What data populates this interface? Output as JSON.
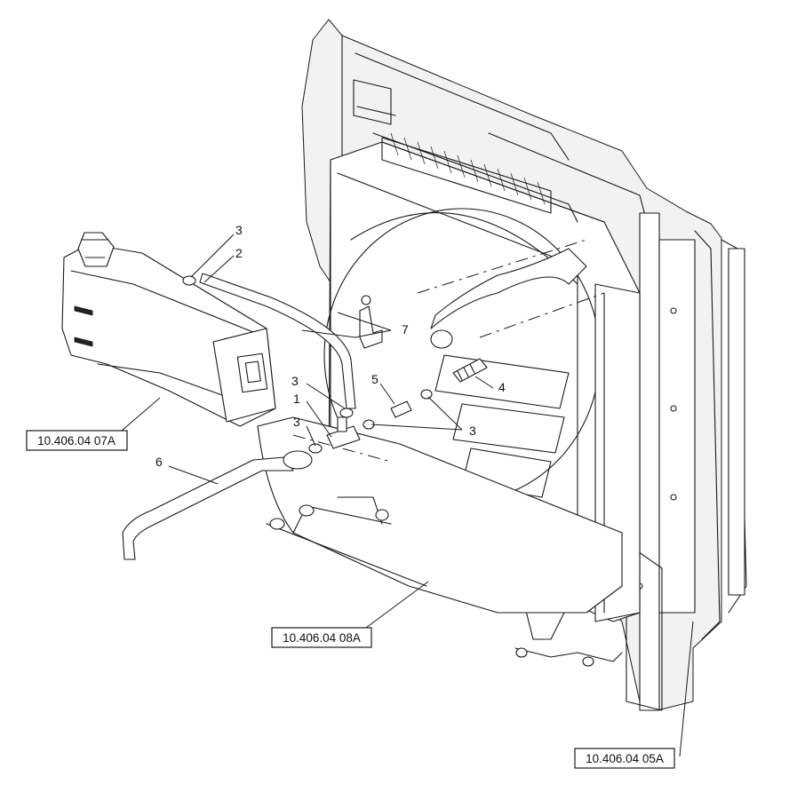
{
  "callouts": {
    "item_1": "1",
    "item_2": "2",
    "item_3": "3",
    "item_4": "4",
    "item_5": "5",
    "item_6": "6",
    "item_7": "7"
  },
  "references": {
    "expansion_tank": "10.406.04 07A",
    "radiator": "10.406.04 08A",
    "frame": "10.406.04 05A"
  }
}
